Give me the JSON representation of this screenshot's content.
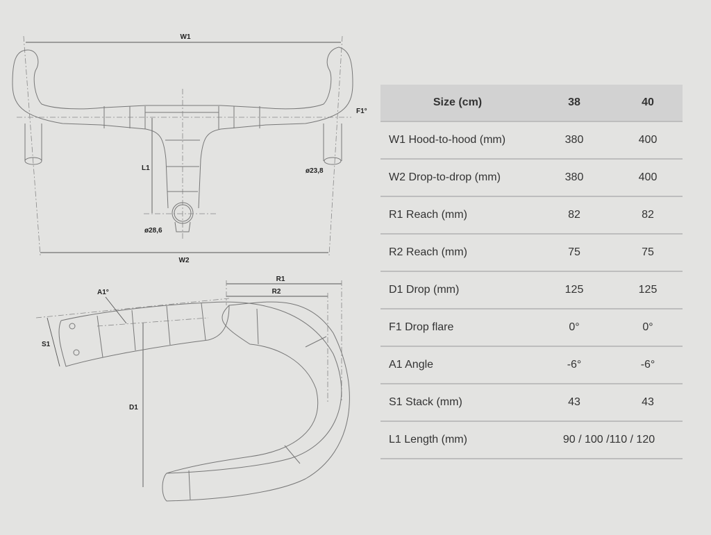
{
  "diagram_labels": {
    "w1": "W1",
    "w2": "W2",
    "l1": "L1",
    "f1": "F1°",
    "dia_bar": "ø23,8",
    "dia_clamp": "ø28,6",
    "r1": "R1",
    "r2": "R2",
    "a1": "A1°",
    "s1": "S1",
    "d1": "D1"
  },
  "table": {
    "header": [
      "Size (cm)",
      "38",
      "40"
    ],
    "rows": [
      {
        "label": "W1 Hood-to-hood (mm)",
        "v38": "380",
        "v40": "400"
      },
      {
        "label": "W2 Drop-to-drop (mm)",
        "v38": "380",
        "v40": "400"
      },
      {
        "label": "R1 Reach (mm)",
        "v38": "82",
        "v40": "82"
      },
      {
        "label": "R2 Reach (mm)",
        "v38": "75",
        "v40": "75"
      },
      {
        "label": "D1 Drop (mm)",
        "v38": "125",
        "v40": "125"
      },
      {
        "label": "F1 Drop flare",
        "v38": "0°",
        "v40": "0°"
      },
      {
        "label": "A1 Angle",
        "v38": "-6°",
        "v40": "-6°"
      },
      {
        "label": "S1 Stack (mm)",
        "v38": "43",
        "v40": "43"
      }
    ],
    "last_row": {
      "label": "L1 Length (mm)",
      "value": "90 / 100 /110 / 120"
    }
  }
}
